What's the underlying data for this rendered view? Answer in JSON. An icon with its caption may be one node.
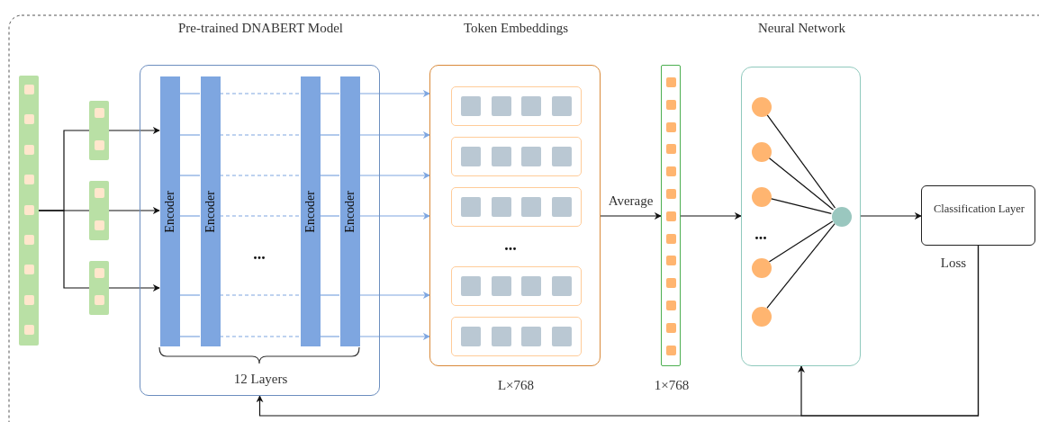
{
  "diagram": {
    "nodes": [
      {
        "text": [],
        "shape": "bar"
      },
      {
        "text": [],
        "shape": "bar"
      },
      {
        "text": [],
        "shape": "bar"
      },
      {
        "text": [],
        "shape": "bar"
      },
      {
        "text": [
          "Pre-trained DNABERT Model",
          "12 Layers"
        ]
      },
      {
        "text": [
          "Encoder"
        ],
        "in": 4
      },
      {
        "text": [
          "Encoder"
        ],
        "in": 4
      },
      {
        "text": [
          "Encoder"
        ],
        "in": 4
      },
      {
        "text": [
          "Encoder"
        ],
        "in": 4
      },
      {
        "text": [
          "Token Embeddings"
        ],
        "beside": [
          "L×768"
        ]
      },
      {
        "text": [],
        "shape": "box",
        "in": 9
      },
      {
        "text": [],
        "shape": "box",
        "in": 9
      },
      {
        "text": [],
        "shape": "box",
        "in": 9
      },
      {
        "text": [],
        "shape": "box",
        "in": 9
      },
      {
        "text": [],
        "shape": "box",
        "in": 9
      },
      {
        "text": [],
        "shape": "bar",
        "beside": [
          "1×768"
        ]
      },
      {
        "text": [
          "Neural Network"
        ]
      },
      {
        "text": [],
        "shape": "circle",
        "in": 16
      },
      {
        "text": [],
        "shape": "circle",
        "in": 16
      },
      {
        "text": [],
        "shape": "circle",
        "in": 16
      },
      {
        "text": [],
        "shape": "circle",
        "in": 16
      },
      {
        "text": [],
        "shape": "circle",
        "in": 16
      },
      {
        "text": [],
        "shape": "circle",
        "in": 16
      },
      {
        "text": [
          "Classification Layer"
        ],
        "beside": [
          "Loss"
        ]
      }
    ],
    "edges": [
      {
        "from": 0,
        "to": 1,
        "arrow": "none",
        "color": "#111111"
      },
      {
        "from": 0,
        "to": 2,
        "arrow": "none",
        "color": "#111111"
      },
      {
        "from": 0,
        "to": 3,
        "arrow": "none",
        "color": "#111111"
      },
      {
        "from": 1,
        "to": 5,
        "arrow": "to",
        "color": "#111111"
      },
      {
        "from": 2,
        "to": 5,
        "arrow": "to",
        "color": "#111111"
      },
      {
        "from": 3,
        "to": 5,
        "arrow": "to",
        "color": "#111111"
      },
      {
        "from": 5,
        "to": 6,
        "arrow": "none",
        "color": "#7ea6e0"
      },
      {
        "from": 6,
        "to": 7,
        "arrow": "none",
        "style": "dashed",
        "color": "#7ea6e0"
      },
      {
        "from": 7,
        "to": 8,
        "arrow": "none",
        "color": "#7ea6e0"
      },
      {
        "from": 5,
        "to": 6,
        "arrow": "none",
        "color": "#7ea6e0"
      },
      {
        "from": 6,
        "to": 7,
        "arrow": "none",
        "style": "dashed",
        "color": "#7ea6e0"
      },
      {
        "from": 7,
        "to": 8,
        "arrow": "none",
        "color": "#7ea6e0"
      },
      {
        "from": 5,
        "to": 6,
        "arrow": "none",
        "color": "#7ea6e0"
      },
      {
        "from": 6,
        "to": 7,
        "arrow": "none",
        "style": "dashed",
        "color": "#7ea6e0"
      },
      {
        "from": 7,
        "to": 8,
        "arrow": "none",
        "color": "#7ea6e0"
      },
      {
        "from": 5,
        "to": 6,
        "arrow": "none",
        "color": "#7ea6e0"
      },
      {
        "from": 6,
        "to": 7,
        "arrow": "none",
        "style": "dashed",
        "color": "#7ea6e0"
      },
      {
        "from": 7,
        "to": 8,
        "arrow": "none",
        "color": "#7ea6e0"
      },
      {
        "from": 5,
        "to": 6,
        "arrow": "none",
        "color": "#7ea6e0"
      },
      {
        "from": 6,
        "to": 7,
        "arrow": "none",
        "style": "dashed",
        "color": "#7ea6e0"
      },
      {
        "from": 7,
        "to": 8,
        "arrow": "none",
        "color": "#7ea6e0"
      },
      {
        "from": 5,
        "to": 6,
        "arrow": "none",
        "color": "#7ea6e0"
      },
      {
        "from": 6,
        "to": 7,
        "arrow": "none",
        "style": "dashed",
        "color": "#7ea6e0"
      },
      {
        "from": 7,
        "to": 8,
        "arrow": "none",
        "color": "#7ea6e0"
      },
      {
        "from": 8,
        "to": 9,
        "arrow": "to",
        "color": "#7ea6e0"
      },
      {
        "from": 8,
        "to": 9,
        "arrow": "to",
        "color": "#7ea6e0"
      },
      {
        "from": 8,
        "to": 9,
        "arrow": "to",
        "color": "#7ea6e0"
      },
      {
        "from": 8,
        "to": 9,
        "arrow": "to",
        "color": "#7ea6e0"
      },
      {
        "from": 8,
        "to": 9,
        "arrow": "to",
        "color": "#7ea6e0"
      },
      {
        "from": 8,
        "to": 9,
        "arrow": "to",
        "color": "#7ea6e0"
      },
      {
        "from": 9,
        "to": 15,
        "arrow": "to",
        "label": "Average",
        "color": "#111111"
      },
      {
        "from": 15,
        "to": 16,
        "arrow": "to",
        "color": "#111111"
      },
      {
        "from": 17,
        "to": 22,
        "arrow": "none",
        "color": "#111111"
      },
      {
        "from": 18,
        "to": 22,
        "arrow": "none",
        "color": "#111111"
      },
      {
        "from": 19,
        "to": 22,
        "arrow": "none",
        "color": "#111111"
      },
      {
        "from": 20,
        "to": 22,
        "arrow": "none",
        "color": "#111111"
      },
      {
        "from": 21,
        "to": 22,
        "arrow": "none",
        "color": "#111111"
      },
      {
        "from": 16,
        "to": 23,
        "arrow": "to",
        "color": "#111111"
      },
      {
        "from": 23,
        "to": 4,
        "arrow": "to",
        "color": "#111111"
      },
      {
        "from": 23,
        "to": 16,
        "arrow": "to",
        "color": "#111111"
      }
    ],
    "labels": [
      "...",
      "...",
      "..."
    ]
  }
}
